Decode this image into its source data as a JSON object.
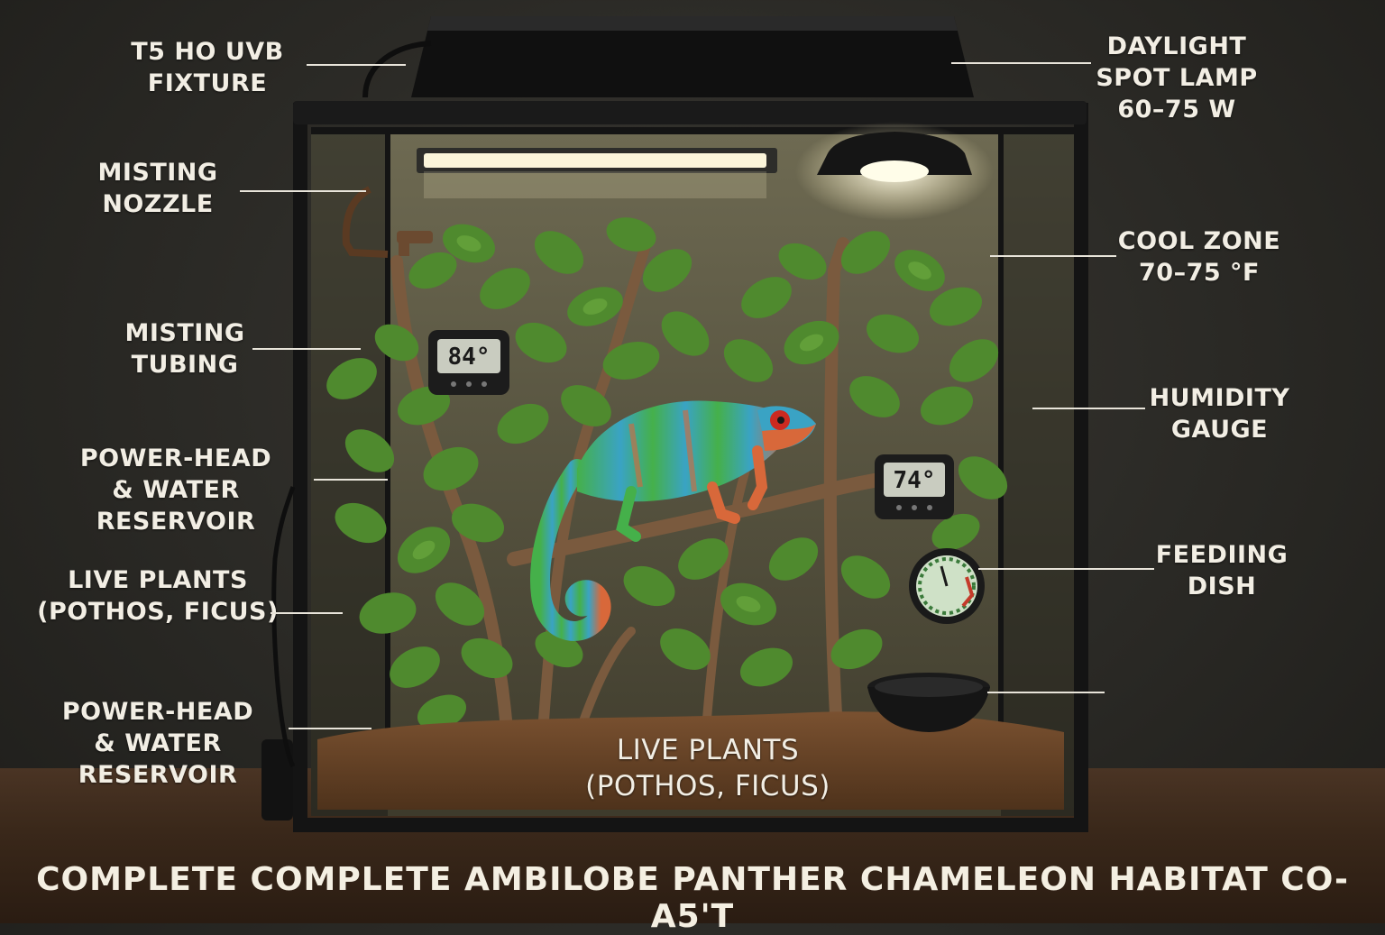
{
  "title": "COMPLETE COMPLETE AMBILOBE PANTHER CHAMELEON HABITAT  CO-A5'T",
  "labels_left": [
    {
      "lines": [
        "T5 HO UVB",
        "FIXTURE"
      ]
    },
    {
      "lines": [
        "MISTING",
        "NOZZLE"
      ]
    },
    {
      "lines": [
        "MISTING",
        "TUBING"
      ]
    },
    {
      "lines": [
        "POWER-HEAD",
        "& WATER RESERVOIR"
      ]
    },
    {
      "lines": [
        "LIVE PLANTS",
        "(POTHOS, FICUS)"
      ]
    },
    {
      "lines": [
        "POWER-HEAD",
        "& WATER RESERVOIR"
      ]
    }
  ],
  "labels_right": [
    {
      "lines": [
        "DAYLIGHT",
        "SPOT LAMP",
        "60–75 W"
      ]
    },
    {
      "lines": [
        "COOL ZONE",
        "70–75 °F"
      ]
    },
    {
      "lines": [
        "HUMIDITY",
        "GAUGE"
      ]
    },
    {
      "lines": [
        "FEEDIING",
        "DISH"
      ]
    }
  ],
  "center_label": {
    "lines": [
      "LIVE PLANTS",
      "(POTHOS, FICUS)"
    ]
  },
  "thermometers": [
    {
      "reading": "84°"
    },
    {
      "reading": "74°"
    }
  ],
  "colors": {
    "background": "#2a2925",
    "enclosure_frame": "#141414",
    "foliage": "#4f8a2e",
    "substrate": "#6b4526",
    "chameleon_green": "#45b04a",
    "chameleon_blue": "#3aa3c4",
    "chameleon_orange": "#d8683a",
    "label_text": "#f2eee4"
  }
}
